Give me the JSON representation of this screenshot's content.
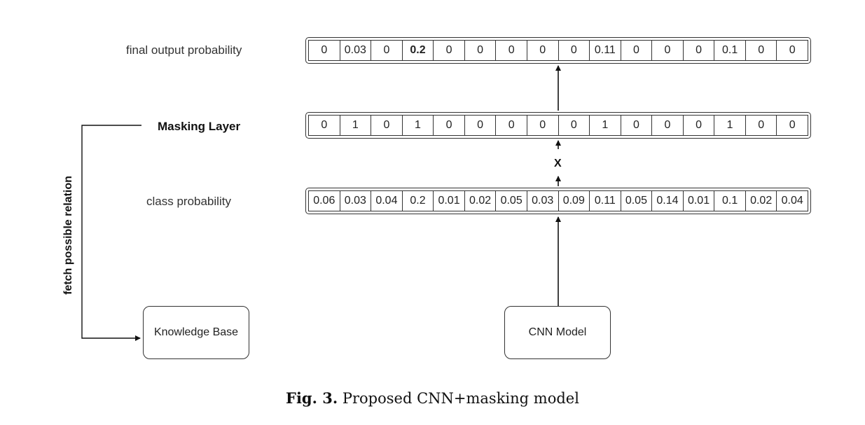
{
  "rows": {
    "final": {
      "label": "final output probability",
      "cells": [
        "0",
        "0.03",
        "0",
        "0.2",
        "0",
        "0",
        "0",
        "0",
        "0",
        "0.11",
        "0",
        "0",
        "0",
        "0.1",
        "0",
        "0"
      ],
      "highlight_index": 3
    },
    "masking": {
      "label": "Masking Layer",
      "cells": [
        "0",
        "1",
        "0",
        "1",
        "0",
        "0",
        "0",
        "0",
        "0",
        "1",
        "0",
        "0",
        "0",
        "1",
        "0",
        "0"
      ]
    },
    "class": {
      "label": "class probability",
      "cells": [
        "0.06",
        "0.03",
        "0.04",
        "0.2",
        "0.01",
        "0.02",
        "0.05",
        "0.03",
        "0.09",
        "0.11",
        "0.05",
        "0.14",
        "0.01",
        "0.1",
        "0.02",
        "0.04"
      ]
    }
  },
  "operator": "X",
  "nodes": {
    "knowledge_base": "Knowledge Base",
    "cnn_model": "CNN Model"
  },
  "side_label": "fetch possible relation",
  "caption": {
    "prefix": "Fig. 3.",
    "text": "Proposed CNN+masking model"
  }
}
